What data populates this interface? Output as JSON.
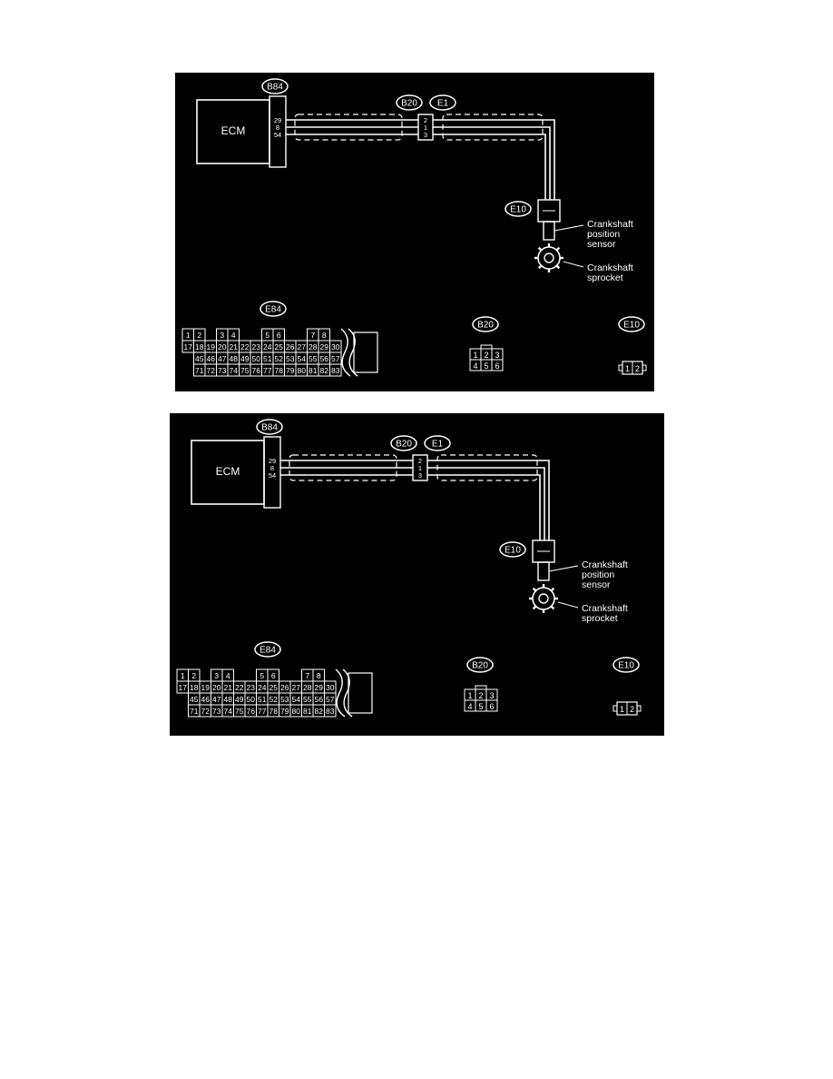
{
  "colors": {
    "background": "#000000",
    "line": "#ffffff",
    "page": "#ffffff"
  },
  "connector_labels": {
    "ecm_harness": "B84",
    "intermediate_b": "B20",
    "intermediate_e": "E1",
    "sensor": "E10",
    "ecm_pinout": "E84"
  },
  "module_label": "ECM",
  "ecm_pins": [
    "29",
    "8",
    "54"
  ],
  "intermediate_pins": [
    "2",
    "1",
    "3"
  ],
  "sensor_callout": [
    "Crankshaft",
    "position",
    "sensor"
  ],
  "sprocket_callout": [
    "Crankshaft",
    "sprocket"
  ],
  "e84_rows": [
    [
      "1",
      "2",
      "",
      "3",
      "4",
      "",
      "",
      "5",
      "6",
      "",
      "",
      "7",
      "8",
      ""
    ],
    [
      "17",
      "18",
      "19",
      "20",
      "21",
      "22",
      "23",
      "24",
      "25",
      "26",
      "27",
      "28",
      "29",
      "30"
    ],
    [
      "",
      "45",
      "46",
      "47",
      "48",
      "49",
      "50",
      "51",
      "52",
      "53",
      "54",
      "55",
      "56",
      "57"
    ],
    [
      "",
      "71",
      "72",
      "73",
      "74",
      "75",
      "76",
      "77",
      "78",
      "79",
      "80",
      "81",
      "82",
      "83"
    ]
  ],
  "b20_pins": [
    [
      "1",
      "2",
      "3"
    ],
    [
      "4",
      "5",
      "6"
    ]
  ],
  "e10_pins": [
    "1",
    "2"
  ]
}
